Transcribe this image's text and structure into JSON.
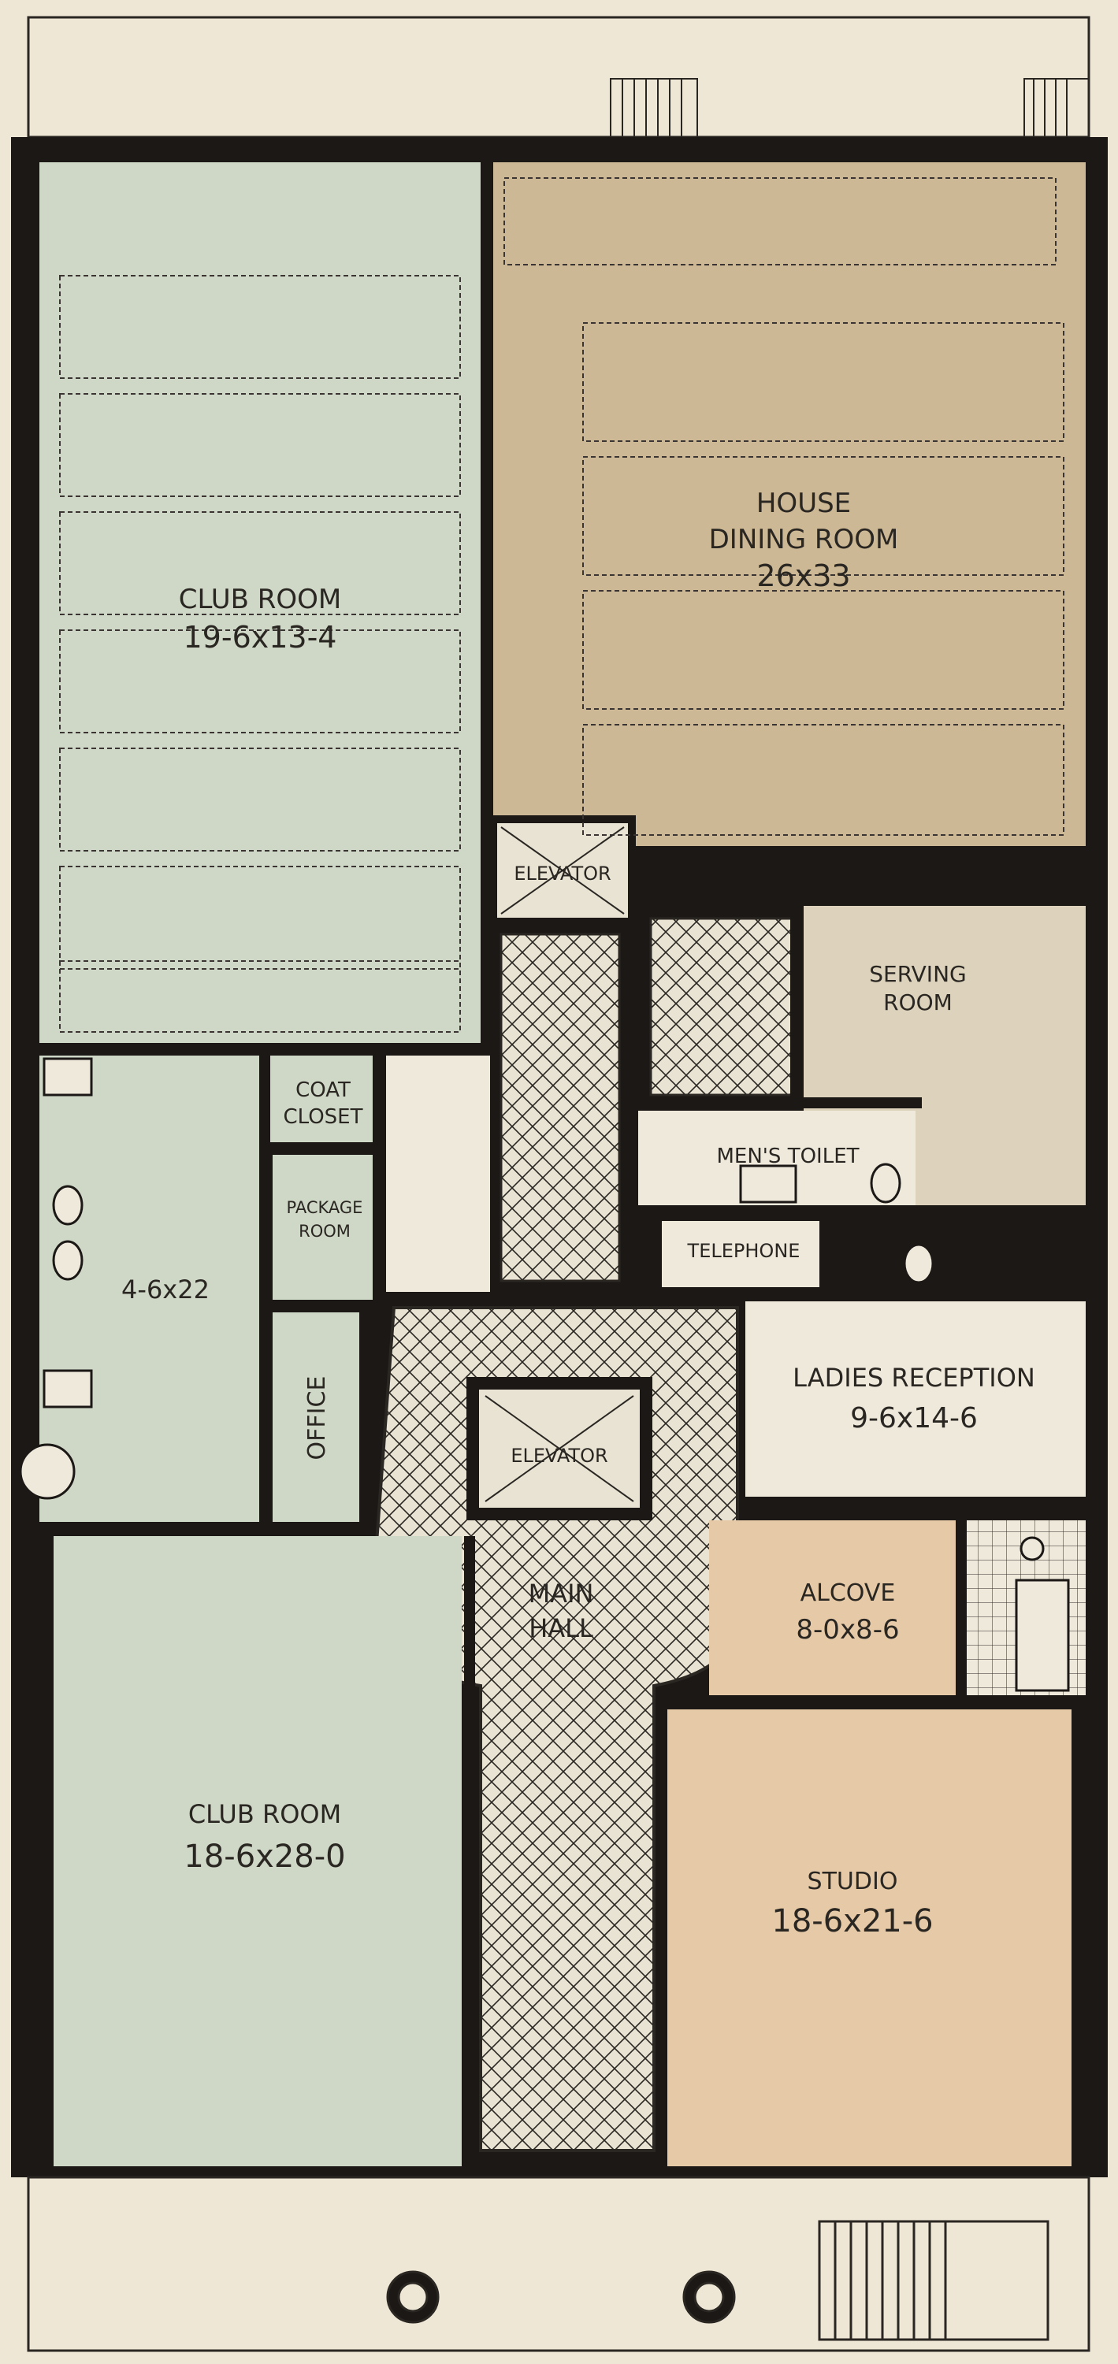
{
  "colors": {
    "paper": "#efe7d6",
    "wall": "#1b1816",
    "club_room": "#cfd8c6",
    "dining_room": "#cdb895",
    "studio": "#e6c9a6",
    "hall": "#e7e1d0",
    "service": "#ddd3bd"
  },
  "rooms": {
    "club_room_top": {
      "name": "CLUB ROOM",
      "size": "19-6x13-4"
    },
    "house_dining": {
      "name1": "HOUSE",
      "name2": "DINING ROOM",
      "size": "26x33"
    },
    "elevator_top": {
      "name": "ELEVATOR"
    },
    "serving_room": {
      "name1": "SERVING",
      "name2": "ROOM"
    },
    "coat_closet": {
      "name1": "COAT",
      "name2": "CLOSET"
    },
    "mens_toilet": {
      "name": "MEN'S TOILET"
    },
    "package_room": {
      "name1": "PACKAGE",
      "name2": "ROOM"
    },
    "lavatory": {
      "size": "4-6x22"
    },
    "telephone": {
      "name": "TELEPHONE"
    },
    "ladies_reception": {
      "name": "LADIES RECEPTION",
      "size": "9-6x14-6"
    },
    "office": {
      "name": "OFFICE"
    },
    "elevator_main": {
      "name": "ELEVATOR"
    },
    "main_hall": {
      "name1": "MAIN",
      "name2": "HALL"
    },
    "alcove": {
      "name": "ALCOVE",
      "size": "8-0x8-6"
    },
    "club_room_bottom": {
      "name": "CLUB ROOM",
      "size": "18-6x28-0"
    },
    "studio": {
      "name": "STUDIO",
      "size": "18-6x21-6"
    }
  }
}
